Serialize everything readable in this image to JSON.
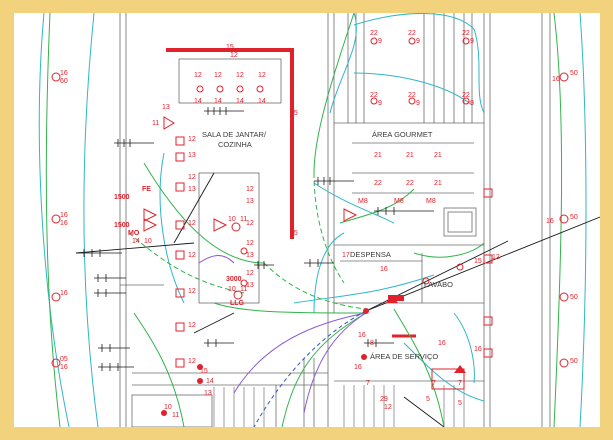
{
  "rooms": {
    "sala_jantar_line1": "SALA DE JANTAR/",
    "sala_jantar_line2": "COZINHA",
    "area_gourmet": "ÁREA GOURMET",
    "despensa": "DESPENSA",
    "lavabo": "LAVABO",
    "area_servico": "ÁREA DE SERVIÇO"
  },
  "labels": {
    "c15": "15",
    "c12": "12",
    "c14": "14",
    "c13": "13",
    "c11": "11",
    "c16": "16",
    "c50": "50",
    "c21": "21",
    "c22": "22",
    "c9": "9",
    "c8": "8",
    "c7": "7",
    "c10": "10",
    "c17": "17",
    "c29": "29",
    "c5": "5",
    "c05": "05",
    "c60": "60",
    "w1500": "1500",
    "w3000": "3000",
    "fe": "FE",
    "mo": "MO",
    "llg": "LLG",
    "m8": "M8"
  },
  "colors": {
    "frame": "#f2d27c",
    "circuit_red": "#e0222c",
    "wire_cyan": "#2fb6c8",
    "wire_green": "#32b34a",
    "wire_purple": "#8a5ad6",
    "wire_blue": "#2f58c8",
    "wall": "#6b6b6b"
  }
}
